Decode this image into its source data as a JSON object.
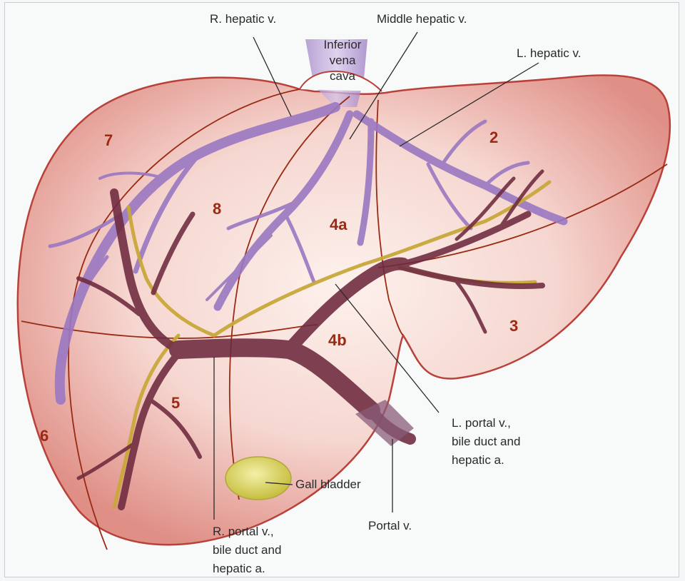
{
  "labels": {
    "inferior_vena_cava": [
      "Inferior",
      "vena",
      "cava"
    ],
    "r_hepatic_v": "R. hepatic v.",
    "middle_hepatic_v": "Middle hepatic v.",
    "l_hepatic_v": "L. hepatic v.",
    "l_portal": [
      "L. portal v.,",
      "bile duct and",
      "hepatic a."
    ],
    "r_portal": [
      "R. portal v.,",
      "bile duct and",
      "hepatic a."
    ],
    "gall_bladder": "Gall bladder",
    "portal_v": "Portal v."
  },
  "segments": {
    "s2": "2",
    "s3": "3",
    "s4a": "4a",
    "s4b": "4b",
    "s5": "5",
    "s6": "6",
    "s7": "7",
    "s8": "8"
  },
  "colors": {
    "liver_edge": "#b8413a",
    "liver_fill": "#f1c2bc",
    "hepatic_vein": "#9a78c2",
    "portal_vein": "#6e2a3e",
    "bile_duct": "#c8a83a",
    "gall_bladder": "#d8d060",
    "segment_line": "#9a2a14"
  }
}
